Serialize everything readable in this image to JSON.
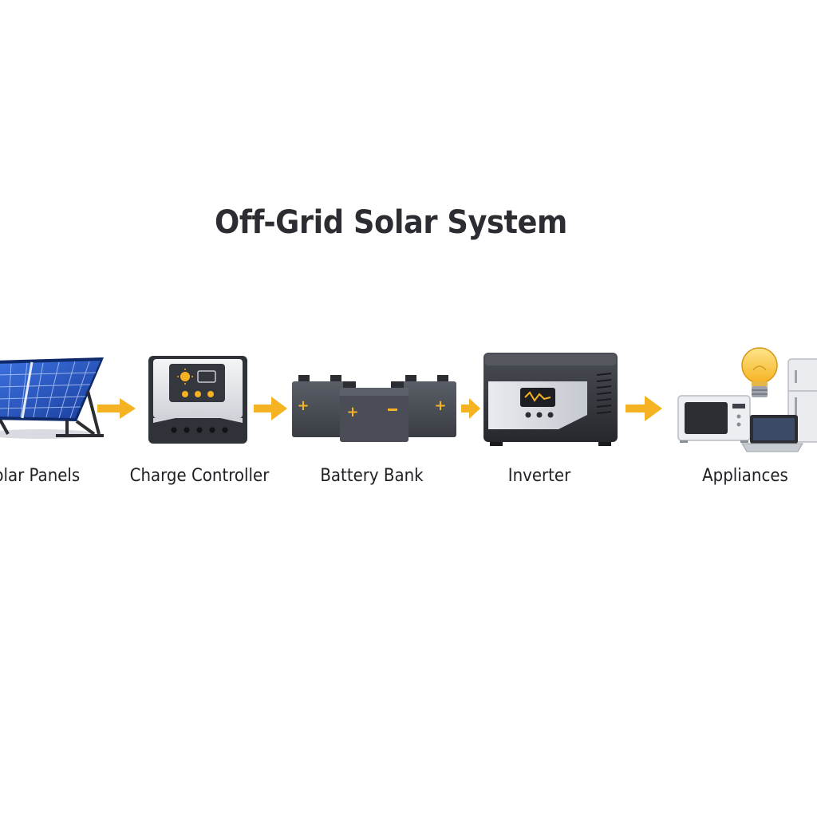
{
  "title": "Off-Grid Solar System",
  "nodes": [
    {
      "id": "solar",
      "label": "Solar Panels",
      "icon": "solar-panel-icon"
    },
    {
      "id": "charge",
      "label": "Charge Controller",
      "icon": "charge-controller-icon"
    },
    {
      "id": "battery",
      "label": "Battery Bank",
      "icon": "battery-bank-icon"
    },
    {
      "id": "inverter",
      "label": "Inverter",
      "icon": "inverter-icon"
    },
    {
      "id": "appliances",
      "label": "Appliances",
      "icon": "appliances-icon"
    }
  ],
  "edges": [
    {
      "from": "solar",
      "to": "charge"
    },
    {
      "from": "charge",
      "to": "battery"
    },
    {
      "from": "battery",
      "to": "inverter"
    },
    {
      "from": "inverter",
      "to": "appliances"
    }
  ],
  "colors": {
    "arrow": "#f5b323",
    "panel_blue": "#1f4fbf",
    "device_dark": "#3a3d44",
    "battery_terminal": "#f5b323",
    "title": "#2b2d33"
  }
}
